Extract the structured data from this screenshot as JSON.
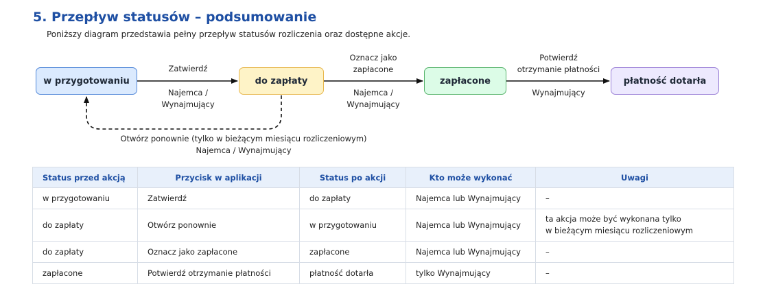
{
  "section": {
    "title": "5. Przepływ statusów – podsumowanie",
    "intro": "Poniższy diagram przedstawia pełny przepływ statusów rozliczenia oraz dostępne akcje."
  },
  "diagram": {
    "nodes": [
      {
        "label": "w przygotowaniu",
        "color": "#dbeafe",
        "border": "#4f86d8"
      },
      {
        "label": "do zapłaty",
        "color": "#fef3c7",
        "border": "#e7b64a"
      },
      {
        "label": "zapłacone",
        "color": "#dcfce7",
        "border": "#55b36a"
      },
      {
        "label": "płatność dotarła",
        "color": "#ede9fe",
        "border": "#9a7fd6"
      }
    ],
    "edges": [
      {
        "action": "Zatwierdź",
        "actor_line1": "Najemca /",
        "actor_line2": "Wynajmujący"
      },
      {
        "action_line1": "Oznacz jako",
        "action_line2": "zapłacone",
        "actor_line1": "Najemca /",
        "actor_line2": "Wynajmujący"
      },
      {
        "action_line1": "Potwierdź",
        "action_line2": "otrzymanie płatności",
        "actor": "Wynajmujący"
      }
    ],
    "reopen": {
      "action": "Otwórz ponownie (tylko w bieżącym miesiącu rozliczeniowym)",
      "actor": "Najemca / Wynajmujący"
    }
  },
  "table": {
    "headers": [
      "Status przed akcją",
      "Przycisk w aplikacji",
      "Status po akcji",
      "Kto może wykonać",
      "Uwagi"
    ],
    "rows": [
      {
        "before": "w przygotowaniu",
        "button": "Zatwierdź",
        "after": "do zapłaty",
        "who": "Najemca lub Wynajmujący",
        "note1": "–",
        "note2": ""
      },
      {
        "before": "do zapłaty",
        "button": "Otwórz ponownie",
        "after": "w przygotowaniu",
        "who": "Najemca lub Wynajmujący",
        "note1": "ta akcja może być wykonana tylko",
        "note2": "w bieżącym miesiącu rozliczeniowym"
      },
      {
        "before": "do zapłaty",
        "button": "Oznacz jako zapłacone",
        "after": "zapłacone",
        "who": "Najemca lub Wynajmujący",
        "note1": "–",
        "note2": ""
      },
      {
        "before": "zapłacone",
        "button": "Potwierdź otrzymanie płatności",
        "after": "płatność dotarła",
        "who": "tylko Wynajmujący",
        "note1": "–",
        "note2": ""
      }
    ]
  }
}
